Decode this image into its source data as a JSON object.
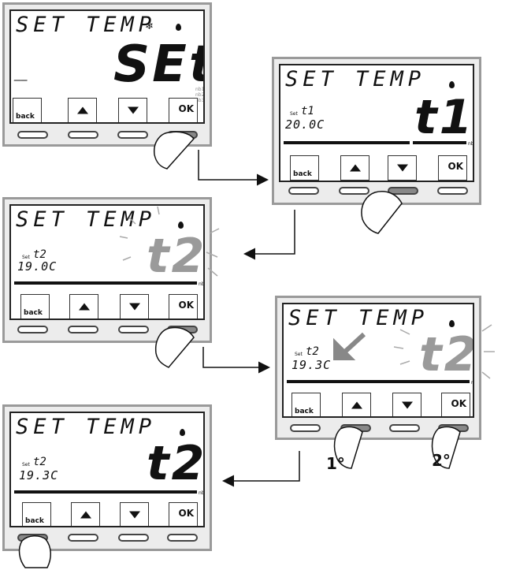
{
  "screen_title": "SET TEMP",
  "buttons": {
    "back": "back",
    "ok": "OK"
  },
  "panels": [
    {
      "big": "SEt",
      "dash": "——",
      "mini_labels": [
        "nb1",
        "nb2",
        "nb3"
      ]
    },
    {
      "big": "t1",
      "set_prefix": "Set",
      "label": "t1",
      "value": "20.0C",
      "bar_label": "nb1"
    },
    {
      "big": "t2",
      "set_prefix": "Set",
      "label": "t2",
      "value": "19.0C",
      "bar_label": "nb2"
    },
    {
      "big": "t2",
      "set_prefix": "Set",
      "label": "t2",
      "value": "19.3C",
      "bar_label": "nb2"
    },
    {
      "big": "t2",
      "set_prefix": "Set",
      "label": "t2",
      "value": "19.3C",
      "bar_label": "nb2"
    }
  ],
  "press_order": {
    "first": "1°",
    "second": "2°"
  }
}
